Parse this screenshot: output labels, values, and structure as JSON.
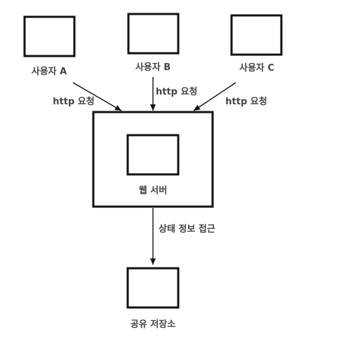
{
  "nodes": {
    "user_a": "사용자 A",
    "user_b": "사용자 B",
    "user_c": "사용자 C",
    "web_server": "웹 서버",
    "shared_storage": "공유 저장소"
  },
  "edges": {
    "a_to_server": "http 요청",
    "b_to_server": "http 요청",
    "c_to_server": "http 요청",
    "server_to_storage": "상태 정보 접근"
  }
}
